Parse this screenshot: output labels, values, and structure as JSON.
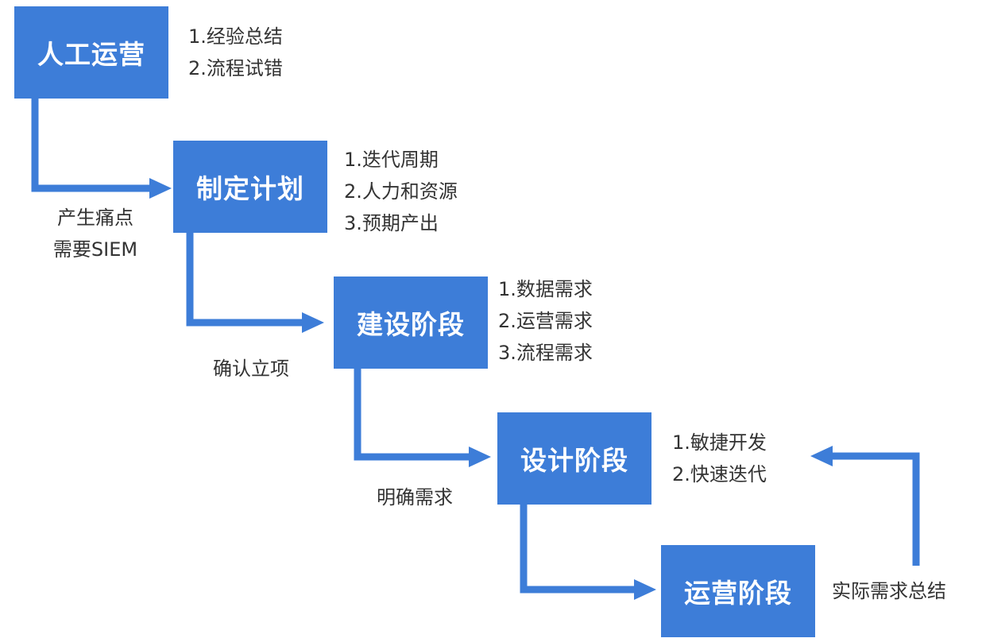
{
  "stages": [
    {
      "label": "人工运营"
    },
    {
      "label": "制定计划"
    },
    {
      "label": "建设阶段"
    },
    {
      "label": "设计阶段"
    },
    {
      "label": "运营阶段"
    }
  ],
  "details": [
    [
      "1.经验总结",
      "2.流程试错"
    ],
    [
      "1.迭代周期",
      "2.人力和资源",
      "3.预期产出"
    ],
    [
      "1.数据需求",
      "2.运营需求",
      "3.流程需求"
    ],
    [
      "1.敏捷开发",
      "2.快速迭代"
    ]
  ],
  "transitions": [
    {
      "line1": "产生痛点",
      "line2": "需要SIEM"
    },
    {
      "line1": "确认立项"
    },
    {
      "line1": "明确需求"
    },
    {
      "line1": "实际需求总结"
    }
  ],
  "colors": {
    "stage_fill": "#3d7dd8",
    "arrow": "#3d7dd8",
    "text": "#333333"
  }
}
